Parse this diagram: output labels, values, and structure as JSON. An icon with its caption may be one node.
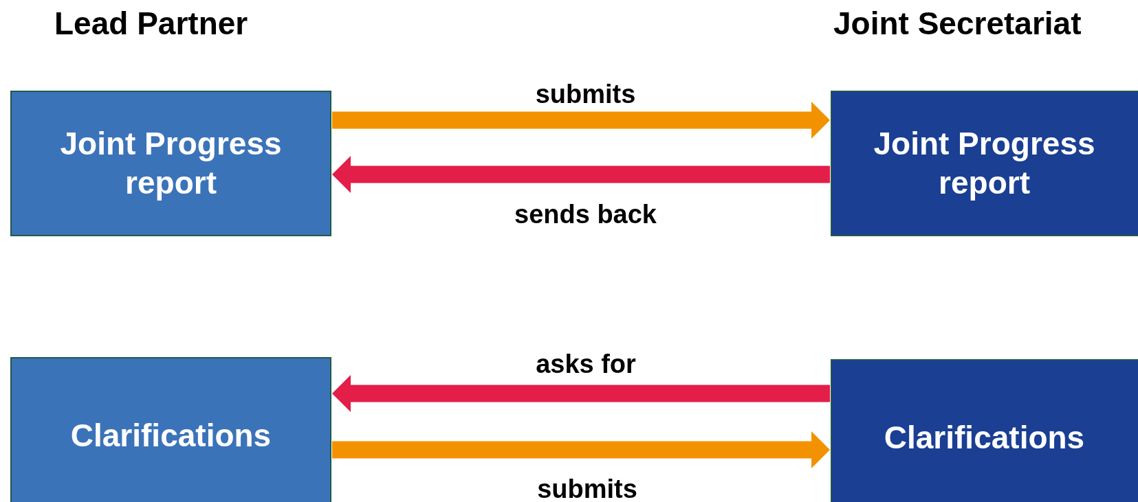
{
  "diagram": {
    "nodes": [
      {
        "text": [
          "Joint Progress report"
        ]
      },
      {
        "text": [
          "Joint Progress report"
        ]
      },
      {
        "text": [
          "Clarifications"
        ]
      },
      {
        "text": [
          "Clarifications"
        ]
      }
    ],
    "edges": [
      {
        "from": 0,
        "to": 1,
        "arrow": "to",
        "label": "submits",
        "color": "#f39200"
      },
      {
        "from": 1,
        "to": 0,
        "arrow": "to",
        "label": "sends back",
        "color": "#e31e48"
      },
      {
        "from": 3,
        "to": 2,
        "arrow": "to",
        "label": "asks for",
        "color": "#e31e48"
      },
      {
        "from": 2,
        "to": 3,
        "arrow": "to",
        "label": "submits",
        "color": "#f39200"
      }
    ],
    "labels": [
      "Lead Partner",
      "Joint Secretariat"
    ]
  }
}
